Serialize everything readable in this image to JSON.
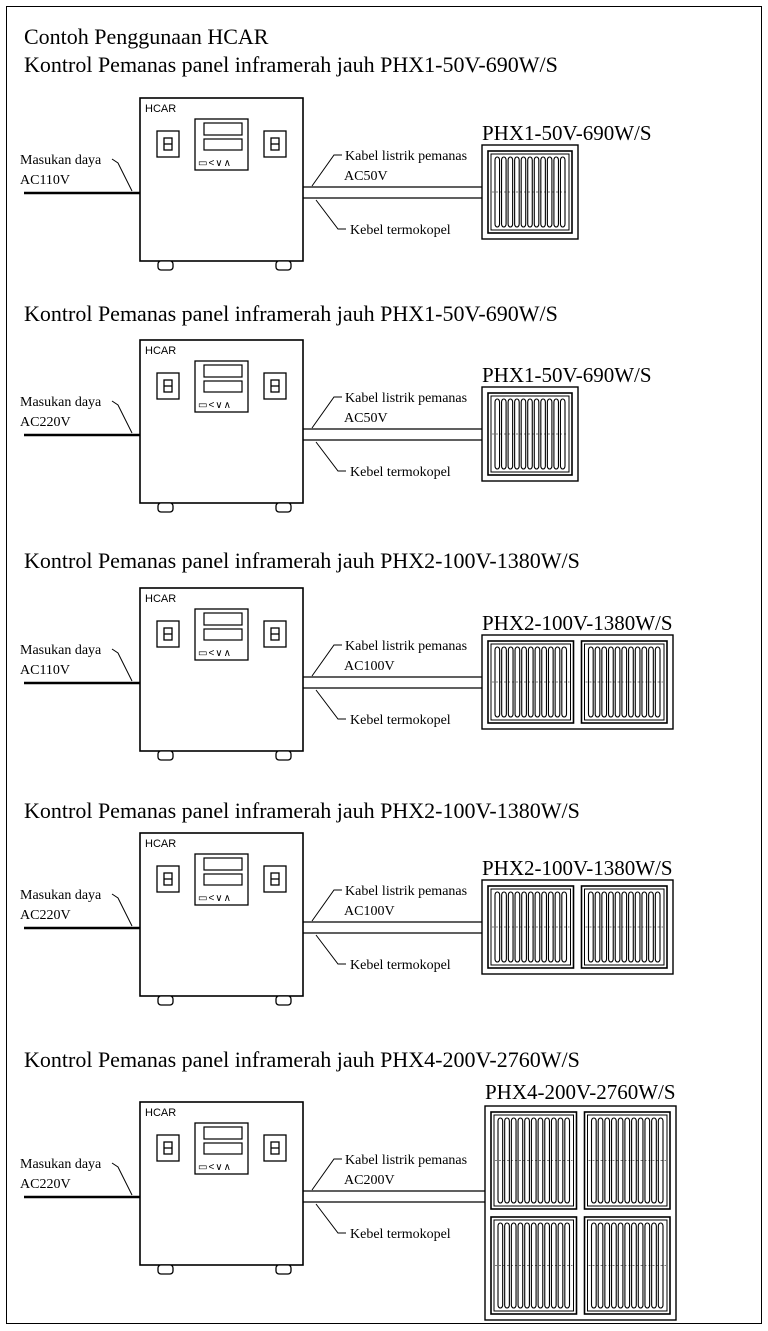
{
  "heading": "Contoh Penggunaan HCAR",
  "colors": {
    "ink": "#000000",
    "paper": "#ffffff"
  },
  "sections": [
    {
      "title": "Kontrol Pemanas panel inframerah jauh PHX1-50V-690W/S",
      "controller_brand": "HCAR",
      "display_controls": "▭<∨∧",
      "input_label": "Masukan daya",
      "input_voltage": "AC110V",
      "heater_cable_label": "Kabel listrik pemanas",
      "heater_voltage": "AC50V",
      "thermocouple_label": "Kebel termokopel",
      "panel_model": "PHX1-50V-690W/S",
      "panel_count": 1
    },
    {
      "title": "Kontrol Pemanas panel inframerah jauh PHX1-50V-690W/S",
      "controller_brand": "HCAR",
      "display_controls": "▭<∨∧",
      "input_label": "Masukan daya",
      "input_voltage": "AC220V",
      "heater_cable_label": "Kabel listrik pemanas",
      "heater_voltage": "AC50V",
      "thermocouple_label": "Kebel termokopel",
      "panel_model": "PHX1-50V-690W/S",
      "panel_count": 1
    },
    {
      "title": "Kontrol Pemanas panel inframerah jauh PHX2-100V-1380W/S",
      "controller_brand": "HCAR",
      "display_controls": "▭<∨∧",
      "input_label": "Masukan daya",
      "input_voltage": "AC110V",
      "heater_cable_label": "Kabel listrik pemanas",
      "heater_voltage": "AC100V",
      "thermocouple_label": "Kebel termokopel",
      "panel_model": "PHX2-100V-1380W/S",
      "panel_count": 2
    },
    {
      "title": "Kontrol Pemanas panel inframerah jauh PHX2-100V-1380W/S",
      "controller_brand": "HCAR",
      "display_controls": "▭<∨∧",
      "input_label": "Masukan daya",
      "input_voltage": "AC220V",
      "heater_cable_label": "Kabel listrik pemanas",
      "heater_voltage": "AC100V",
      "thermocouple_label": "Kebel termokopel",
      "panel_model": "PHX2-100V-1380W/S",
      "panel_count": 2
    },
    {
      "title": "Kontrol Pemanas panel inframerah jauh PHX4-200V-2760W/S",
      "controller_brand": "HCAR",
      "display_controls": "▭<∨∧",
      "input_label": "Masukan daya",
      "input_voltage": "AC220V",
      "heater_cable_label": "Kabel listrik pemanas",
      "heater_voltage": "AC200V",
      "thermocouple_label": "Kebel termokopel",
      "panel_model": "PHX4-200V-2760W/S",
      "panel_count": 4
    }
  ]
}
